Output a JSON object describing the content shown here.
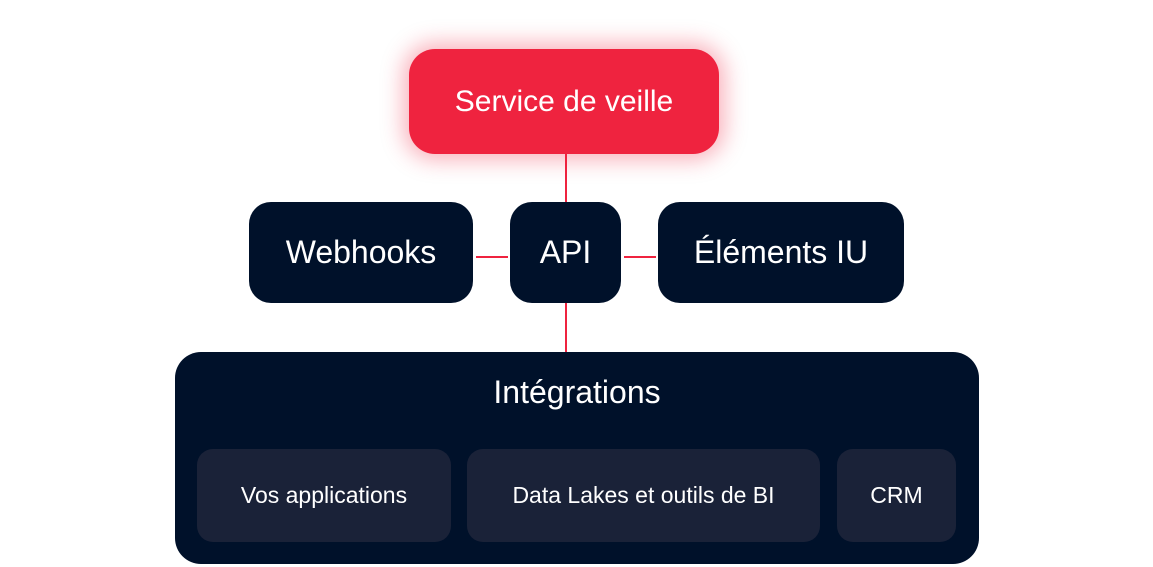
{
  "diagram": {
    "top": {
      "label": "Service de veille"
    },
    "middle": {
      "webhooks": "Webhooks",
      "api": "API",
      "ui": "Éléments IU"
    },
    "integrations": {
      "title": "Intégrations",
      "items": [
        "Vos applications",
        "Data Lakes et outils de BI",
        "CRM"
      ]
    },
    "colors": {
      "accent": "#ef233f",
      "node": "#00112a",
      "subnode": "#1a2238",
      "text": "#ffffff"
    }
  }
}
